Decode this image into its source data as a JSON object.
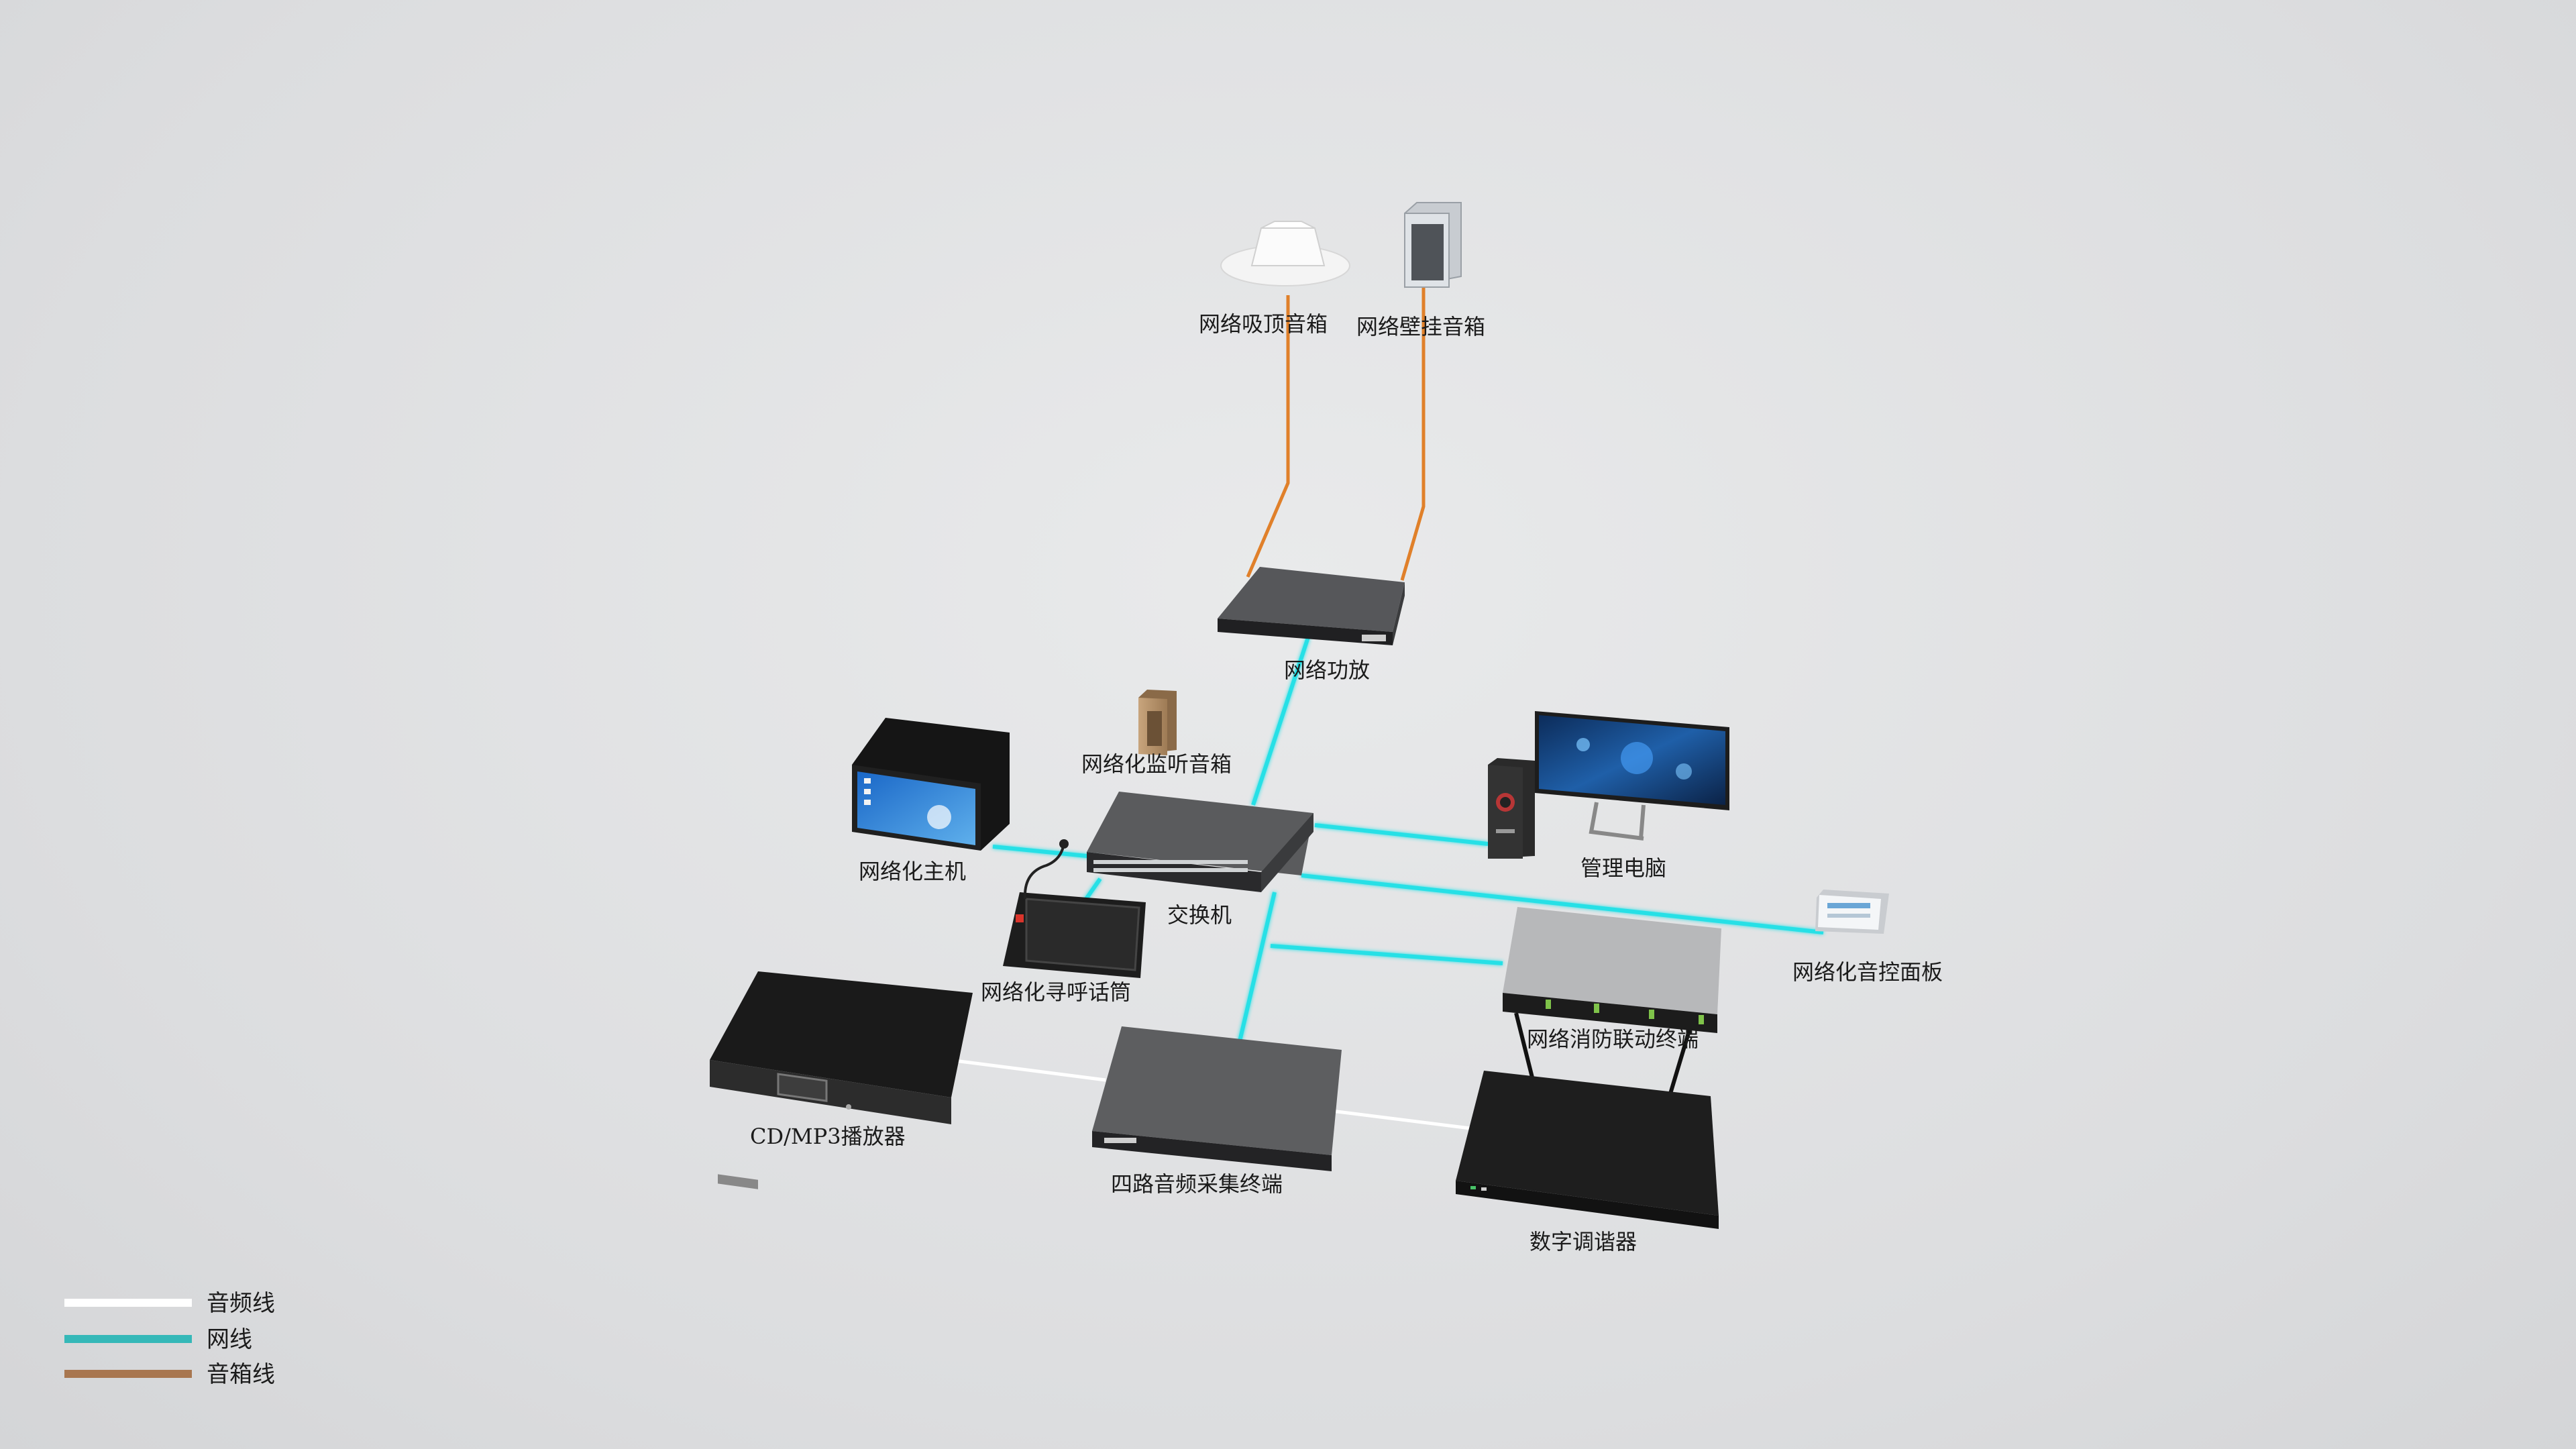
{
  "colors": {
    "audio_line": "#ffffff",
    "network_line": "#27e0e6",
    "speaker_line": "#e0802a",
    "legend_network": "#35b8b8",
    "legend_speaker": "#a8764f",
    "device_dark": "#1f1f1f",
    "device_gray": "#5a5b5d",
    "device_silver": "#b6b7b9"
  },
  "devices": {
    "ceiling_speaker": "网络吸顶音箱",
    "wall_speaker": "网络壁挂音箱",
    "network_amplifier": "网络功放",
    "monitor_speaker": "网络化监听音箱",
    "network_host": "网络化主机",
    "switch": "交换机",
    "management_pc": "管理电脑",
    "paging_mic": "网络化寻呼话筒",
    "audio_control_panel": "网络化音控面板",
    "fire_linkage_terminal": "网络消防联动终端",
    "cd_mp3_player": "CD/MP3播放器",
    "four_channel_capture": "四路音频采集终端",
    "digital_tuner": "数字调谐器"
  },
  "legend": [
    {
      "label": "音频线",
      "color": "#ffffff"
    },
    {
      "label": "网线",
      "color": "#35b8b8"
    },
    {
      "label": "音箱线",
      "color": "#a8764f"
    }
  ]
}
